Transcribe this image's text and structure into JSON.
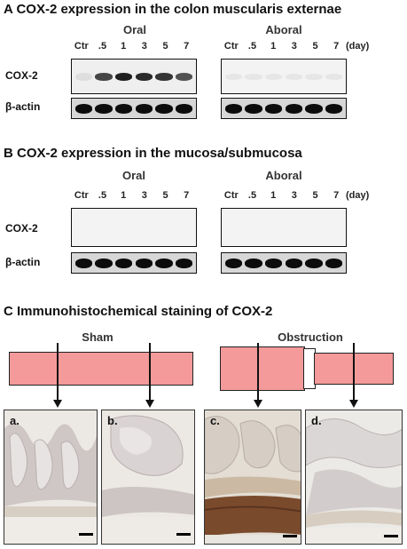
{
  "panel_a": {
    "title": "A  COX-2 expression in the colon muscularis externae",
    "oral_label": "Oral",
    "aboral_label": "Aboral",
    "lanes": [
      "Ctr",
      ".5",
      "1",
      "3",
      "5",
      "7"
    ],
    "unit": "(day)",
    "row_cox": "COX-2",
    "row_actin": "β-actin",
    "oral_cox_intensity": [
      0.05,
      0.8,
      0.95,
      0.9,
      0.85,
      0.75
    ],
    "aboral_cox_intensity": [
      0.02,
      0.03,
      0.03,
      0.03,
      0.03,
      0.02
    ]
  },
  "panel_b": {
    "title": "B  COX-2 expression in the mucosa/submucosa",
    "oral_label": "Oral",
    "aboral_label": "Aboral",
    "lanes": [
      "Ctr",
      ".5",
      "1",
      "3",
      "5",
      "7"
    ],
    "unit": "(day)",
    "row_cox": "COX-2",
    "row_actin": "β-actin"
  },
  "panel_c": {
    "title": "C  Immunohistochemical staining of COX-2",
    "sham_label": "Sham",
    "obstruction_label": "Obstruction",
    "images": [
      {
        "label": "a.",
        "stain": "light"
      },
      {
        "label": "b.",
        "stain": "light"
      },
      {
        "label": "c.",
        "stain": "strong"
      },
      {
        "label": "d.",
        "stain": "light"
      }
    ]
  },
  "colors": {
    "tube_fill": "#f49a9a",
    "band_dark": "#0c0c0c",
    "muscle_stain": "#7a4a2c"
  }
}
